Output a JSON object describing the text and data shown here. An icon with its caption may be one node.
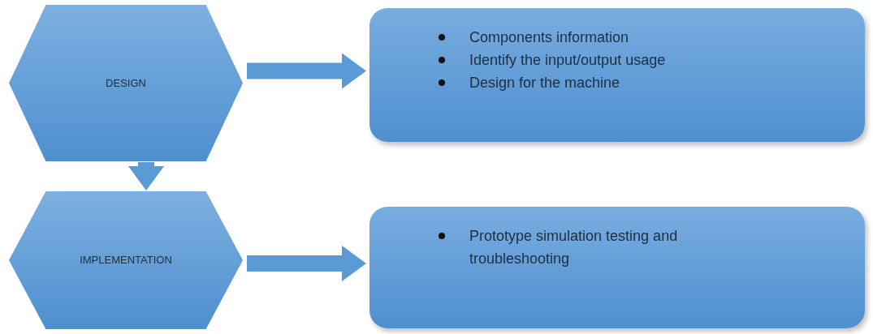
{
  "diagram": {
    "nodes": [
      {
        "text": [
          "DESIGN"
        ]
      },
      {
        "text": [
          "Components information",
          "Identify the input/output usage",
          "Design for the machine"
        ]
      },
      {
        "text": [
          "IMPLEMENTATION"
        ]
      },
      {
        "text": [
          "Prototype simulation testing and troubleshooting"
        ]
      }
    ],
    "edges": [
      {
        "from": 0,
        "to": 1,
        "arrow": "to"
      },
      {
        "from": 0,
        "to": 2,
        "arrow": "to"
      },
      {
        "from": 2,
        "to": 3,
        "arrow": "to"
      }
    ]
  }
}
